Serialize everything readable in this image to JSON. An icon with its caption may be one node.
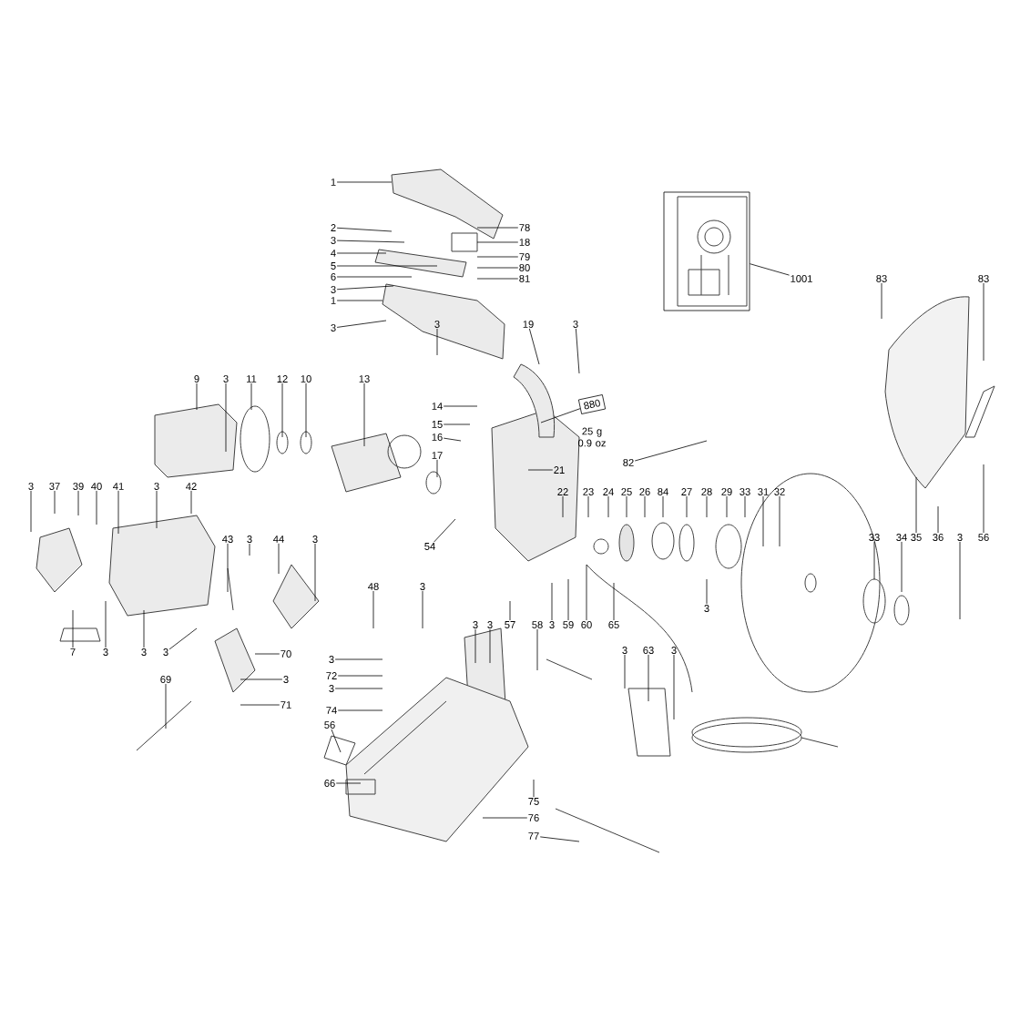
{
  "diagram": {
    "nodes": [
      {
        "text": [
          "1"
        ]
      },
      {
        "text": [
          "78"
        ]
      },
      {
        "text": [
          "2"
        ]
      },
      {
        "text": [
          "3"
        ]
      },
      {
        "text": [
          "18"
        ]
      },
      {
        "text": [
          "4"
        ]
      },
      {
        "text": [
          "79"
        ]
      },
      {
        "text": [
          "5"
        ]
      },
      {
        "text": [
          "80"
        ]
      },
      {
        "text": [
          "6"
        ]
      },
      {
        "text": [
          "81"
        ]
      },
      {
        "text": [
          "3"
        ]
      },
      {
        "text": [
          "1"
        ]
      },
      {
        "text": [],
        "shape": "picture"
      },
      {
        "text": [
          "1001"
        ]
      },
      {
        "text": [
          "3"
        ]
      },
      {
        "text": [
          "3"
        ]
      },
      {
        "text": [
          "19"
        ]
      },
      {
        "text": [
          "3"
        ]
      },
      {
        "text": [
          "83"
        ]
      },
      {
        "text": [
          "83"
        ]
      },
      {
        "text": [
          "9"
        ]
      },
      {
        "text": [
          "3"
        ]
      },
      {
        "text": [
          "11"
        ]
      },
      {
        "text": [
          "12"
        ]
      },
      {
        "text": [
          "10"
        ]
      },
      {
        "text": [
          "13"
        ]
      },
      {
        "text": [
          "14"
        ]
      },
      {
        "text": [
          "880"
        ],
        "beside": [
          "25 g 0.9 oz"
        ]
      },
      {
        "text": [
          "15"
        ]
      },
      {
        "text": [
          "16"
        ]
      },
      {
        "text": [
          "17"
        ]
      },
      {
        "text": [
          "21"
        ]
      },
      {
        "text": [
          "82"
        ]
      },
      {
        "text": [
          "22"
        ]
      },
      {
        "text": [
          "23"
        ]
      },
      {
        "text": [
          "24"
        ]
      },
      {
        "text": [
          "25"
        ]
      },
      {
        "text": [
          "26"
        ]
      },
      {
        "text": [
          "84"
        ]
      },
      {
        "text": [
          "27"
        ]
      },
      {
        "text": [
          "28"
        ]
      },
      {
        "text": [
          "29"
        ]
      },
      {
        "text": [
          "33"
        ]
      },
      {
        "text": [
          "31"
        ]
      },
      {
        "text": [
          "32"
        ]
      },
      {
        "text": [
          "3"
        ]
      },
      {
        "text": [
          "37"
        ]
      },
      {
        "text": [
          "39"
        ]
      },
      {
        "text": [
          "40"
        ]
      },
      {
        "text": [
          "41"
        ]
      },
      {
        "text": [
          "3"
        ]
      },
      {
        "text": [
          "42"
        ]
      },
      {
        "text": [
          "33"
        ]
      },
      {
        "text": [
          "34"
        ]
      },
      {
        "text": [
          "35"
        ]
      },
      {
        "text": [
          "36"
        ]
      },
      {
        "text": [
          "3"
        ]
      },
      {
        "text": [
          "56"
        ]
      },
      {
        "text": [
          "3"
        ]
      },
      {
        "text": [
          "43"
        ]
      },
      {
        "text": [
          "3"
        ]
      },
      {
        "text": [
          "44"
        ]
      },
      {
        "text": [
          "3"
        ]
      },
      {
        "text": [
          "54"
        ]
      },
      {
        "text": [
          "48"
        ]
      },
      {
        "text": [
          "3"
        ]
      },
      {
        "text": [
          "3"
        ]
      },
      {
        "text": [
          "3"
        ]
      },
      {
        "text": [
          "57"
        ]
      },
      {
        "text": [
          "58"
        ]
      },
      {
        "text": [
          "3"
        ]
      },
      {
        "text": [
          "59"
        ]
      },
      {
        "text": [
          "60"
        ]
      },
      {
        "text": [
          "65"
        ]
      },
      {
        "text": [
          "7"
        ]
      },
      {
        "text": [
          "3"
        ]
      },
      {
        "text": [
          "3"
        ]
      },
      {
        "text": [
          "3"
        ]
      },
      {
        "text": [
          "70"
        ]
      },
      {
        "text": [
          "69"
        ]
      },
      {
        "text": [
          "3"
        ]
      },
      {
        "text": [
          "71"
        ]
      },
      {
        "text": [
          "3"
        ]
      },
      {
        "text": [
          "72"
        ]
      },
      {
        "text": [
          "3"
        ]
      },
      {
        "text": [
          "74"
        ]
      },
      {
        "text": [
          "56"
        ]
      },
      {
        "text": [
          "3"
        ]
      },
      {
        "text": [
          "63"
        ]
      },
      {
        "text": [
          "3"
        ]
      },
      {
        "text": [
          "75"
        ]
      },
      {
        "text": [
          "76"
        ]
      },
      {
        "text": [
          "77"
        ]
      },
      {
        "text": [
          "66"
        ]
      }
    ],
    "edges": [
      {
        "from": 0,
        "to": null,
        "arrow": "none"
      },
      {
        "from": 1,
        "to": null,
        "arrow": "none"
      },
      {
        "from": 2,
        "to": null,
        "arrow": "none"
      },
      {
        "from": 3,
        "to": null,
        "arrow": "none"
      },
      {
        "from": 4,
        "to": null,
        "arrow": "none"
      },
      {
        "from": 5,
        "to": null,
        "arrow": "none"
      },
      {
        "from": 6,
        "to": null,
        "arrow": "none"
      },
      {
        "from": 7,
        "to": null,
        "arrow": "none"
      },
      {
        "from": 8,
        "to": null,
        "arrow": "none"
      },
      {
        "from": 9,
        "to": null,
        "arrow": "none"
      },
      {
        "from": 10,
        "to": null,
        "arrow": "none"
      },
      {
        "from": 11,
        "to": null,
        "arrow": "none"
      },
      {
        "from": 12,
        "to": null,
        "arrow": "none"
      },
      {
        "from": 14,
        "to": 13,
        "arrow": "none"
      },
      {
        "from": 15,
        "to": null,
        "arrow": "none"
      },
      {
        "from": 16,
        "to": null,
        "arrow": "none"
      },
      {
        "from": 17,
        "to": null,
        "arrow": "none"
      },
      {
        "from": 18,
        "to": null,
        "arrow": "none"
      },
      {
        "from": 19,
        "to": null,
        "arrow": "none"
      },
      {
        "from": 20,
        "to": null,
        "arrow": "none"
      },
      {
        "from": 21,
        "to": null,
        "arrow": "none"
      },
      {
        "from": 22,
        "to": null,
        "arrow": "none"
      },
      {
        "from": 23,
        "to": null,
        "arrow": "none"
      },
      {
        "from": 24,
        "to": null,
        "arrow": "none"
      },
      {
        "from": 25,
        "to": null,
        "arrow": "none"
      },
      {
        "from": 26,
        "to": null,
        "arrow": "none"
      },
      {
        "from": 27,
        "to": null,
        "arrow": "none"
      },
      {
        "from": 28,
        "to": null,
        "arrow": "none"
      },
      {
        "from": 29,
        "to": null,
        "arrow": "none"
      },
      {
        "from": 30,
        "to": null,
        "arrow": "none"
      },
      {
        "from": 31,
        "to": null,
        "arrow": "none"
      },
      {
        "from": 32,
        "to": null,
        "arrow": "none"
      },
      {
        "from": 33,
        "to": null,
        "arrow": "none"
      },
      {
        "from": 34,
        "to": null,
        "arrow": "none"
      },
      {
        "from": 35,
        "to": null,
        "arrow": "none"
      },
      {
        "from": 36,
        "to": null,
        "arrow": "none"
      },
      {
        "from": 37,
        "to": null,
        "arrow": "none"
      },
      {
        "from": 38,
        "to": null,
        "arrow": "none"
      },
      {
        "from": 39,
        "to": null,
        "arrow": "none"
      },
      {
        "from": 40,
        "to": null,
        "arrow": "none"
      },
      {
        "from": 41,
        "to": null,
        "arrow": "none"
      },
      {
        "from": 42,
        "to": null,
        "arrow": "none"
      },
      {
        "from": 43,
        "to": null,
        "arrow": "none"
      },
      {
        "from": 44,
        "to": null,
        "arrow": "none"
      },
      {
        "from": 45,
        "to": null,
        "arrow": "none"
      },
      {
        "from": 46,
        "to": null,
        "arrow": "none"
      },
      {
        "from": 47,
        "to": null,
        "arrow": "none"
      },
      {
        "from": 48,
        "to": null,
        "arrow": "none"
      },
      {
        "from": 49,
        "to": null,
        "arrow": "none"
      },
      {
        "from": 50,
        "to": null,
        "arrow": "none"
      },
      {
        "from": 51,
        "to": null,
        "arrow": "none"
      },
      {
        "from": 52,
        "to": null,
        "arrow": "none"
      },
      {
        "from": 53,
        "to": null,
        "arrow": "none"
      },
      {
        "from": 54,
        "to": null,
        "arrow": "none"
      },
      {
        "from": 55,
        "to": null,
        "arrow": "none"
      },
      {
        "from": 56,
        "to": null,
        "arrow": "none"
      },
      {
        "from": 57,
        "to": null,
        "arrow": "none"
      },
      {
        "from": 58,
        "to": null,
        "arrow": "none"
      },
      {
        "from": 59,
        "to": null,
        "arrow": "none"
      },
      {
        "from": 60,
        "to": null,
        "arrow": "none"
      },
      {
        "from": 61,
        "to": null,
        "arrow": "none"
      },
      {
        "from": 62,
        "to": null,
        "arrow": "none"
      },
      {
        "from": 63,
        "to": null,
        "arrow": "none"
      },
      {
        "from": 64,
        "to": null,
        "arrow": "none"
      },
      {
        "from": 65,
        "to": null,
        "arrow": "none"
      },
      {
        "from": 66,
        "to": null,
        "arrow": "none"
      },
      {
        "from": 67,
        "to": null,
        "arrow": "none"
      },
      {
        "from": 68,
        "to": null,
        "arrow": "none"
      },
      {
        "from": 69,
        "to": null,
        "arrow": "none"
      },
      {
        "from": 70,
        "to": null,
        "arrow": "none"
      },
      {
        "from": 71,
        "to": null,
        "arrow": "none"
      },
      {
        "from": 72,
        "to": null,
        "arrow": "none"
      },
      {
        "from": 73,
        "to": null,
        "arrow": "none"
      },
      {
        "from": 74,
        "to": null,
        "arrow": "none"
      },
      {
        "from": 75,
        "to": null,
        "arrow": "none"
      },
      {
        "from": 76,
        "to": null,
        "arrow": "none"
      },
      {
        "from": 77,
        "to": null,
        "arrow": "none"
      },
      {
        "from": 78,
        "to": null,
        "arrow": "none"
      },
      {
        "from": 79,
        "to": null,
        "arrow": "none"
      },
      {
        "from": 80,
        "to": null,
        "arrow": "none"
      },
      {
        "from": 81,
        "to": null,
        "arrow": "none"
      },
      {
        "from": 82,
        "to": null,
        "arrow": "none"
      },
      {
        "from": 83,
        "to": null,
        "arrow": "none"
      },
      {
        "from": 84,
        "to": null,
        "arrow": "none"
      },
      {
        "from": 85,
        "to": null,
        "arrow": "none"
      },
      {
        "from": 86,
        "to": null,
        "arrow": "none"
      },
      {
        "from": 87,
        "to": null,
        "arrow": "none"
      },
      {
        "from": 88,
        "to": null,
        "arrow": "none"
      },
      {
        "from": 89,
        "to": null,
        "arrow": "none"
      },
      {
        "from": 90,
        "to": null,
        "arrow": "none"
      },
      {
        "from": 91,
        "to": null,
        "arrow": "none"
      },
      {
        "from": 92,
        "to": null,
        "arrow": "none"
      },
      {
        "from": 93,
        "to": null,
        "arrow": "none"
      },
      {
        "from": 94,
        "to": null,
        "arrow": "none"
      }
    ]
  }
}
